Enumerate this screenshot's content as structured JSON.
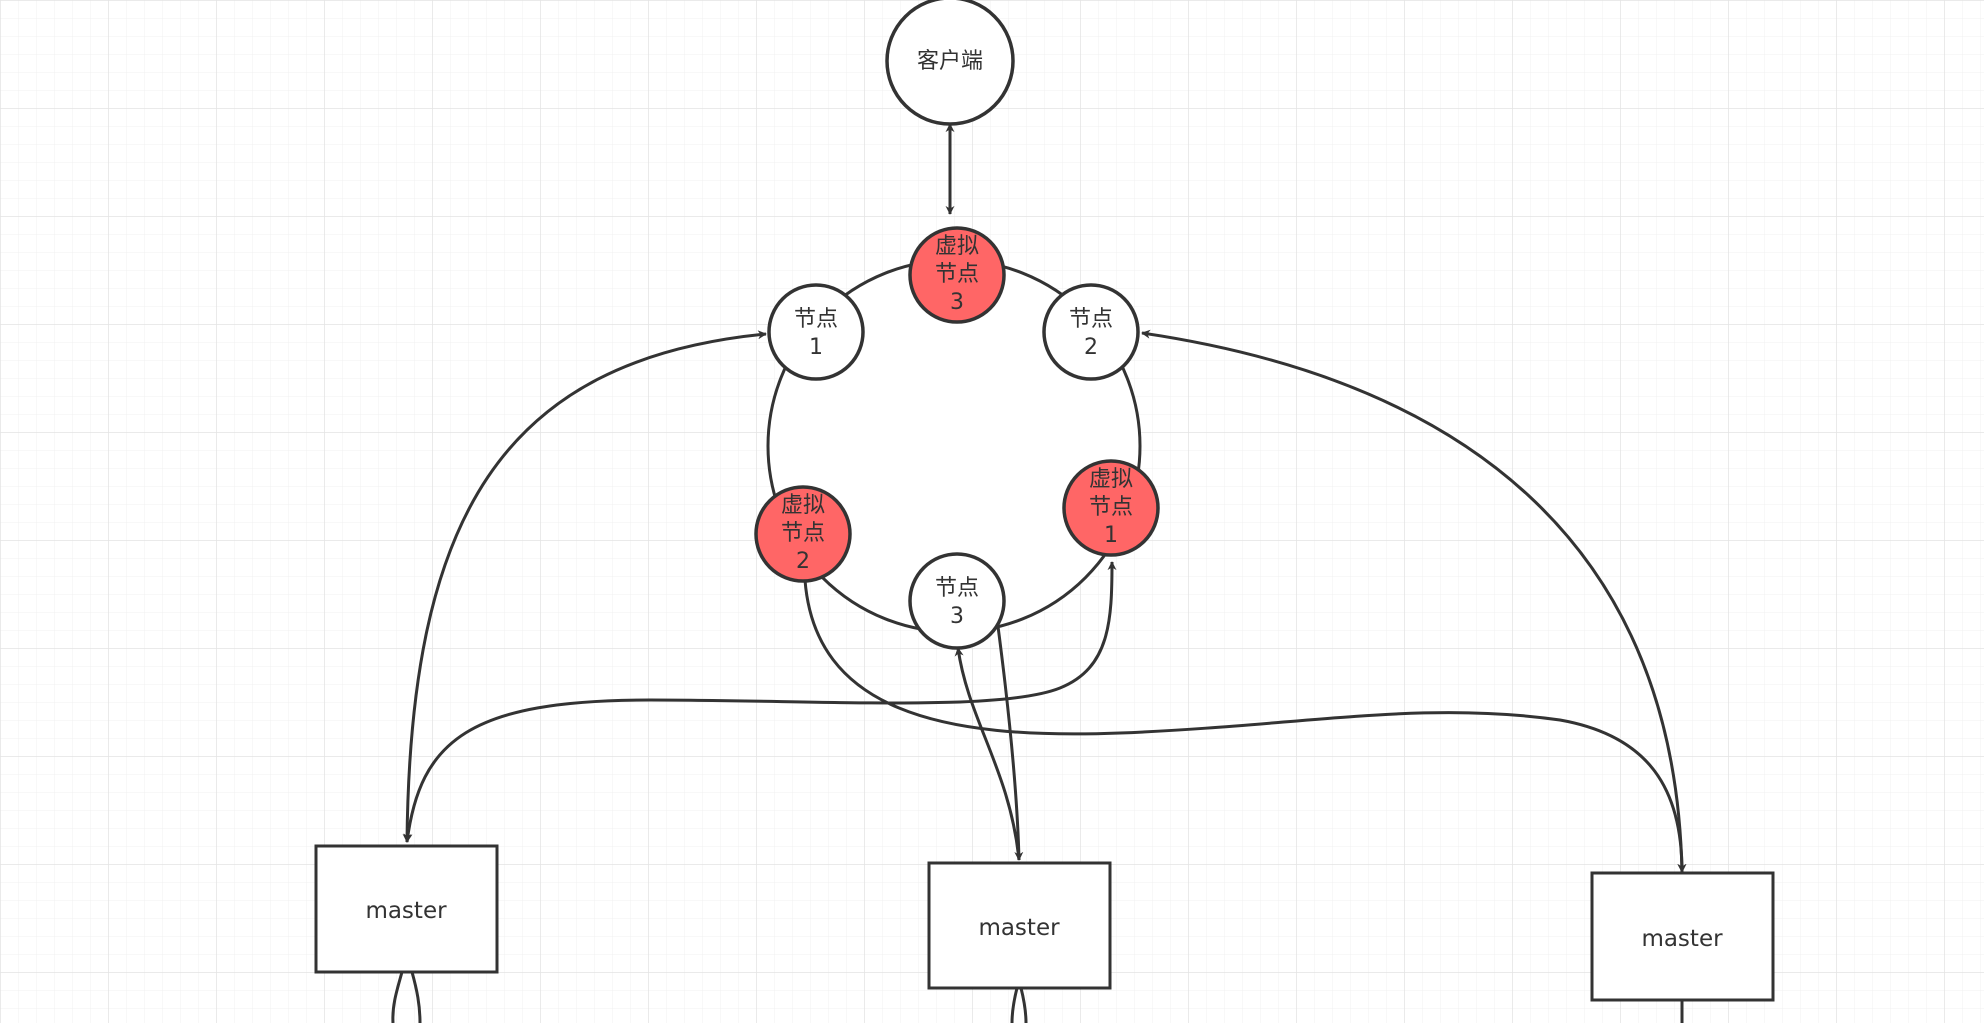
{
  "colors": {
    "stroke": "#333333",
    "node_fill": "#ffffff",
    "virtual_fill": "#ff6666",
    "grid_minor": "#f0f0f0",
    "grid_major": "#e3e3e3"
  },
  "client": {
    "label": "客户端"
  },
  "nodes": {
    "node1": {
      "line1": "节点",
      "line2": "1"
    },
    "node2": {
      "line1": "节点",
      "line2": "2"
    },
    "node3": {
      "line1": "节点",
      "line2": "3"
    }
  },
  "virtual_nodes": {
    "v1": {
      "line1": "虚拟",
      "line2": "节点",
      "line3": "1"
    },
    "v2": {
      "line1": "虚拟",
      "line2": "节点",
      "line3": "2"
    },
    "v3": {
      "line1": "虚拟",
      "line2": "节点",
      "line3": "3"
    }
  },
  "masters": {
    "left": {
      "label": "master"
    },
    "middle": {
      "label": "master"
    },
    "right": {
      "label": "master"
    }
  }
}
